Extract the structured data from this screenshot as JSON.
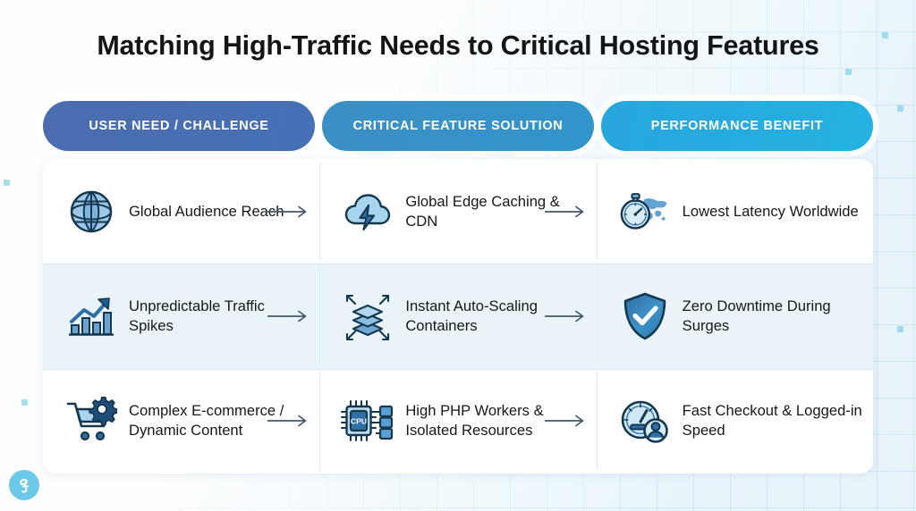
{
  "title": "Matching High-Traffic Needs to Critical Hosting Features",
  "colors": {
    "header_col1": "#4b6cb0",
    "header_col2": "#3b8fc4",
    "header_col3": "#27a6de",
    "page_background": "#e9f4fa",
    "card_background": "#ffffff",
    "row_alt_background": "#eaf4f8",
    "text": "#14181b",
    "arrow": "#44566a",
    "logo": "#6cc8e8"
  },
  "headers": [
    {
      "label": "USER NEED / CHALLENGE",
      "name": "header-user-need"
    },
    {
      "label": "CRITICAL FEATURE SOLUTION",
      "name": "header-critical-feature"
    },
    {
      "label": "PERFORMANCE BENEFIT",
      "name": "header-performance-benefit"
    }
  ],
  "rows": [
    {
      "need": {
        "label": "Global Audience Reach",
        "icon": "globe-icon"
      },
      "feature": {
        "label": "Global Edge Caching & CDN",
        "icon": "cloud-lightning-icon"
      },
      "benefit": {
        "label": "Lowest Latency Worldwide",
        "icon": "stopwatch-world-map-icon"
      }
    },
    {
      "need": {
        "label": "Unpredictable Traffic Spikes",
        "icon": "bar-chart-growth-icon"
      },
      "feature": {
        "label": "Instant Auto-Scaling Containers",
        "icon": "stacked-layers-scaling-icon"
      },
      "benefit": {
        "label": "Zero Downtime During Surges",
        "icon": "shield-check-icon"
      }
    },
    {
      "need": {
        "label": "Complex E-commerce / Dynamic Content",
        "icon": "shopping-cart-gear-icon"
      },
      "feature": {
        "label": "High PHP Workers & Isolated Resources",
        "icon": "cpu-chip-icon"
      },
      "benefit": {
        "label": "Fast Checkout & Logged-in Speed",
        "icon": "speedometer-user-icon"
      }
    }
  ],
  "icon_text": {
    "cpu_label": "CPU"
  },
  "logo": {
    "name": "brand-logo",
    "glyph": "g"
  }
}
